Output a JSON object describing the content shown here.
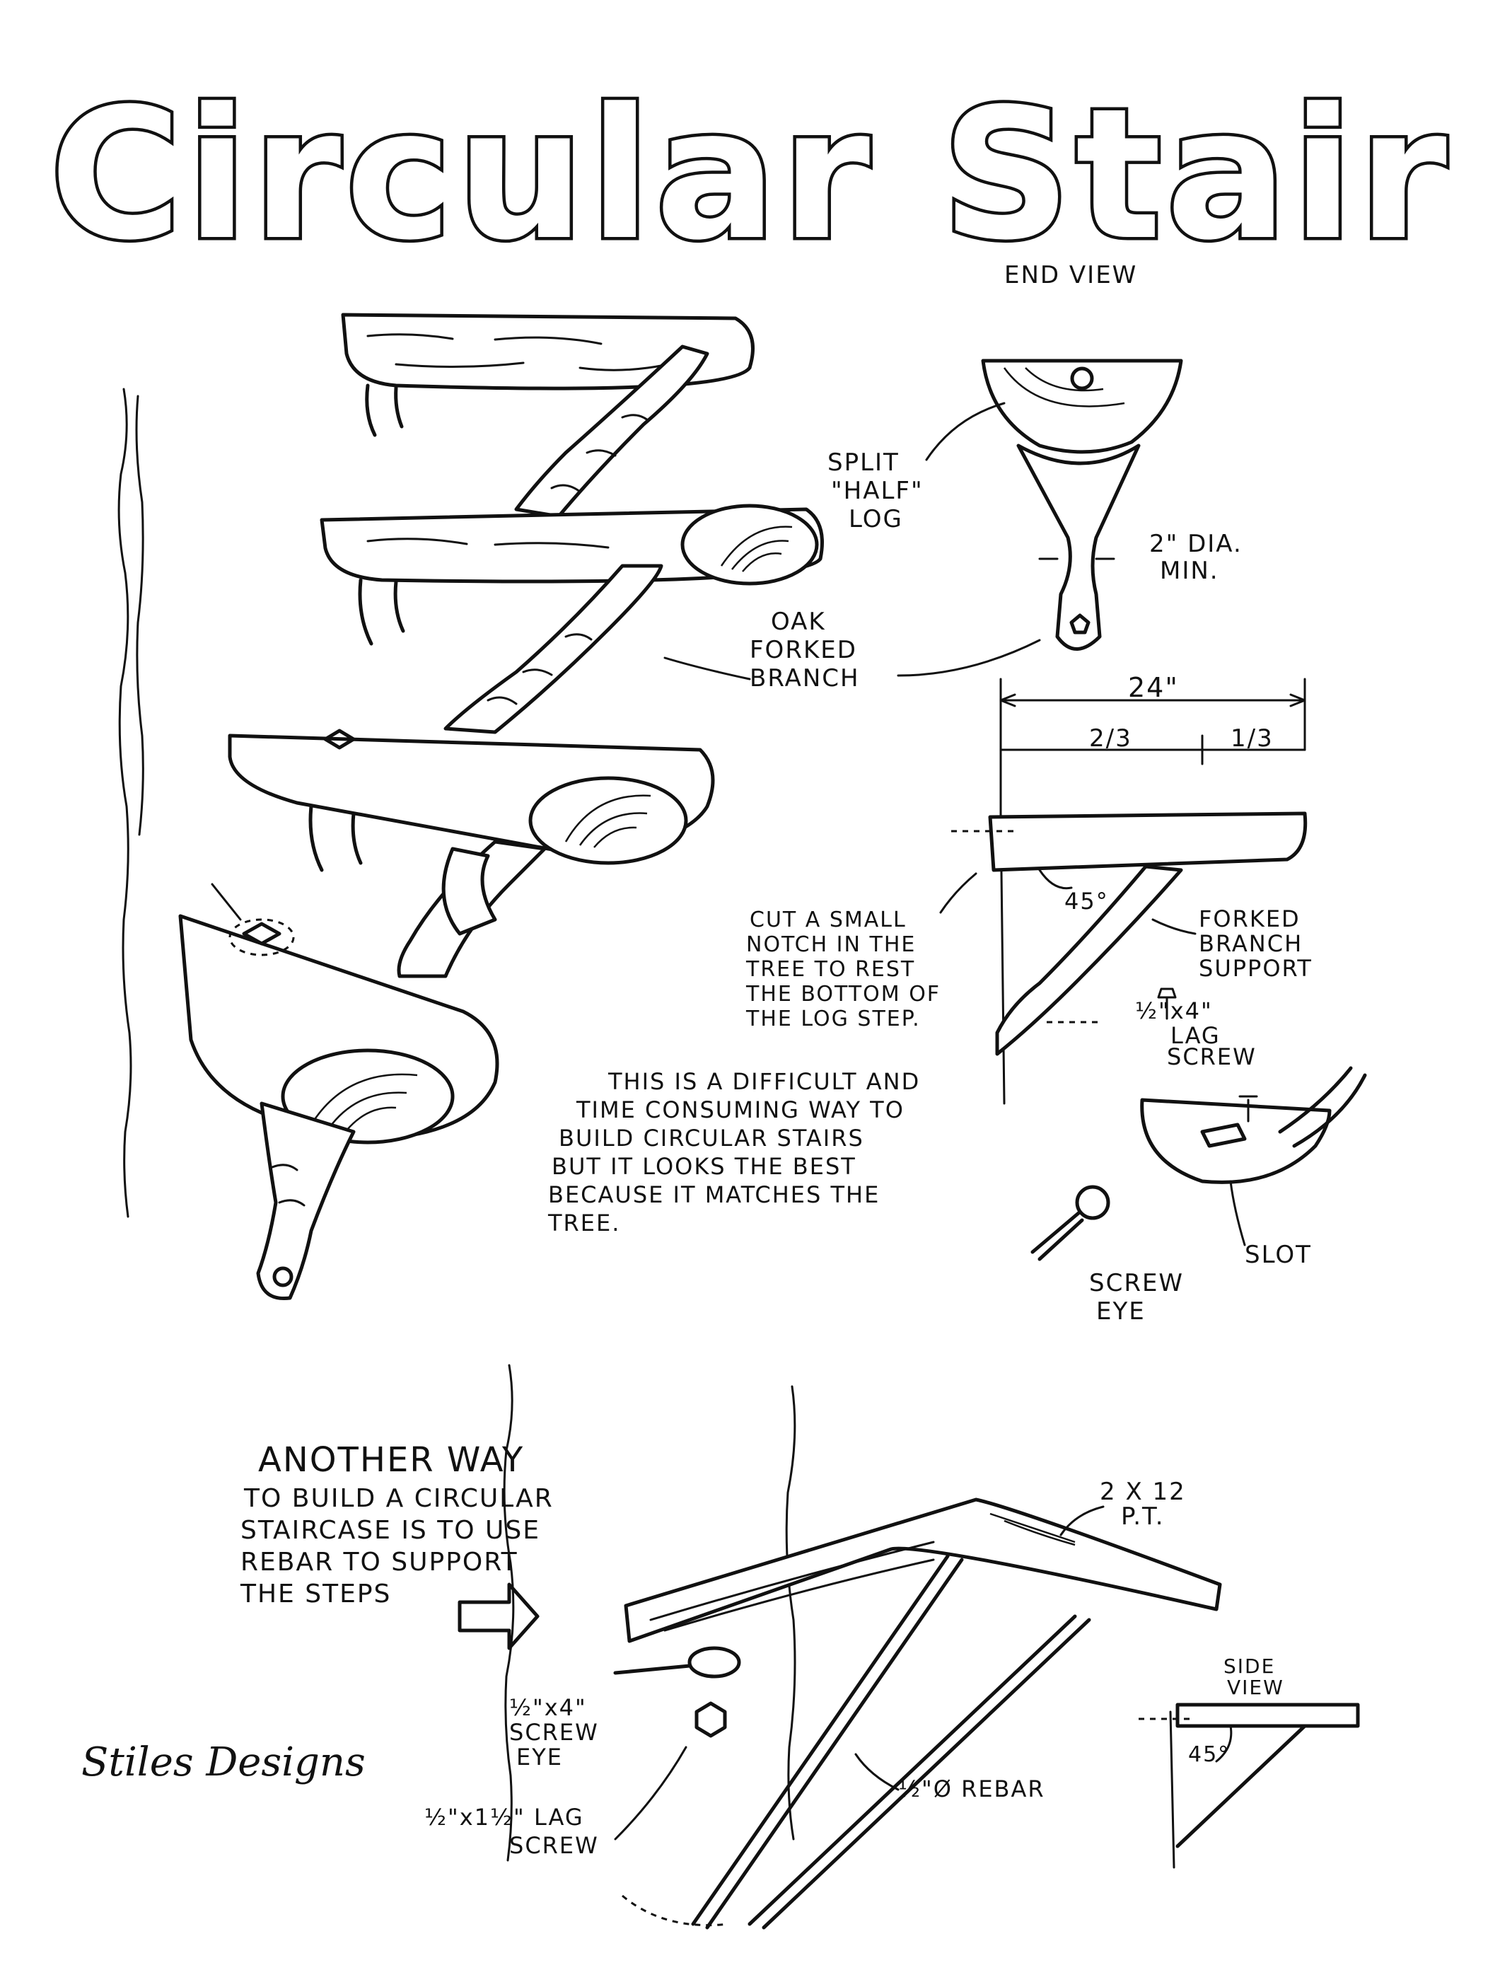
{
  "title": "Circular Stair",
  "end_view": {
    "heading": "END VIEW",
    "split_log_label": [
      "SPLIT",
      "\"HALF\"",
      "LOG"
    ],
    "diameter_label": [
      "2\" DIA.",
      "MIN."
    ],
    "oak_branch_label": [
      "OAK",
      "FORKED",
      "BRANCH"
    ]
  },
  "side_detail": {
    "overall": "24\"",
    "two_thirds": "2/3",
    "one_third": "1/3",
    "angle": "45°",
    "notch_note": [
      "CUT A SMALL",
      "NOTCH IN THE",
      "TREE TO REST",
      "THE BOTTOM OF",
      "THE LOG STEP."
    ],
    "support_label": [
      "FORKED",
      "BRANCH",
      "SUPPORT"
    ],
    "lag_label": [
      "½\"x4\"",
      "LAG",
      "SCREW"
    ],
    "slot_label": "SLOT",
    "screw_eye_label": [
      "SCREW",
      "EYE"
    ]
  },
  "main_note": [
    "THIS IS A DIFFICULT AND",
    "TIME CONSUMING WAY TO",
    "BUILD CIRCULAR STAIRS",
    "BUT IT LOOKS THE BEST",
    "BECAUSE IT MATCHES THE",
    "TREE."
  ],
  "rebar_section": {
    "note": [
      "ANOTHER WAY",
      "TO BUILD A CIRCULAR",
      "STAIRCASE IS TO USE",
      "REBAR TO SUPPORT",
      "THE STEPS"
    ],
    "board_label": [
      "2 X 12",
      "P.T."
    ],
    "screw_eye_label": [
      "½\"x4\"",
      "SCREW",
      "EYE"
    ],
    "lag_label": [
      "½\"x1½\" LAG",
      "SCREW"
    ],
    "rebar_label": "½\"Ø REBAR",
    "side_view_label": [
      "SIDE",
      "VIEW"
    ],
    "angle": "45°"
  },
  "signature": "Stiles Designs"
}
